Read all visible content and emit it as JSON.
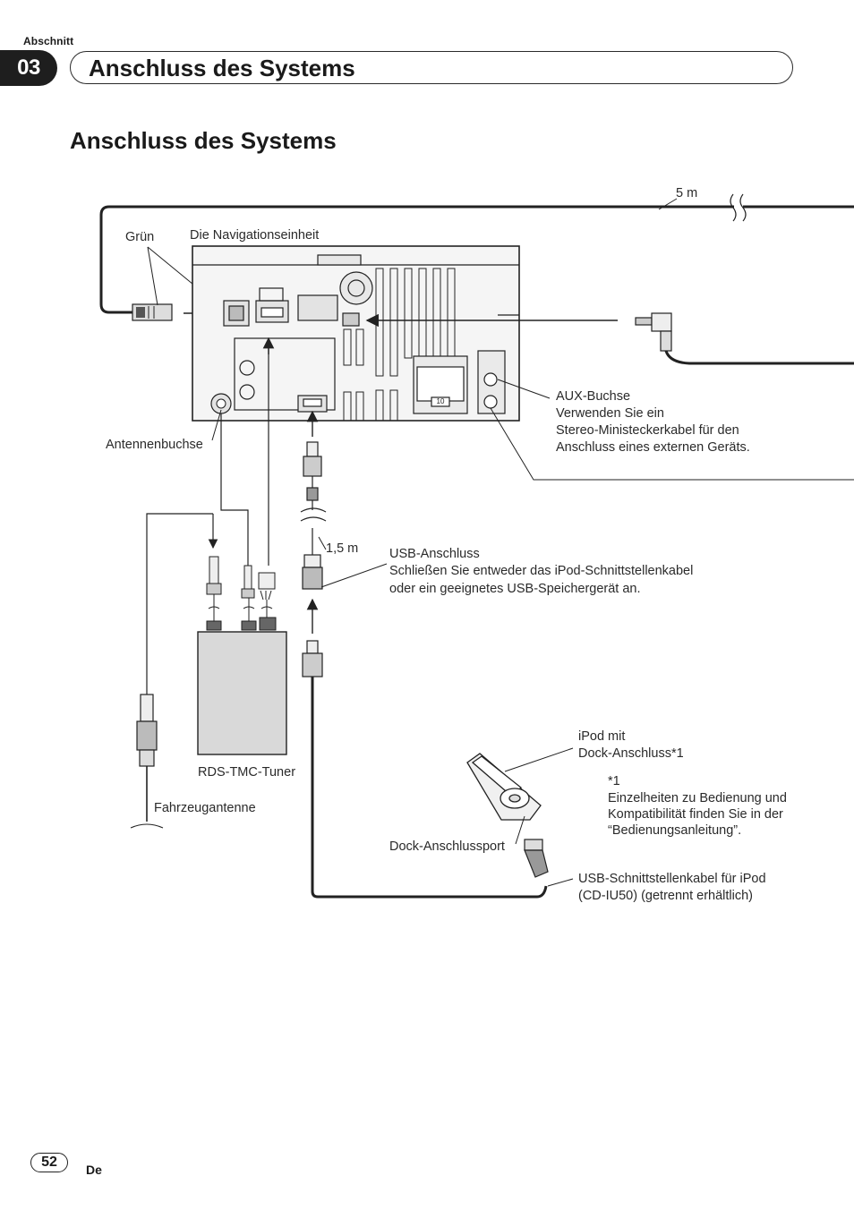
{
  "header": {
    "section_label": "Abschnitt",
    "chapter_number": "03",
    "chapter_title": "Anschluss des Systems"
  },
  "main": {
    "heading": "Anschluss des Systems"
  },
  "diagram": {
    "labels": {
      "cable_length_5m": "5 m",
      "gruen": "Grün",
      "navigation_unit": "Die Navigationseinheit",
      "antenna_jack": "Antennenbuchse",
      "aux_title": "AUX-Buchse",
      "aux_line1": "Verwenden Sie ein",
      "aux_line2": "Stereo-Ministeckerkabel für den",
      "aux_line3": "Anschluss eines externen Geräts.",
      "cable_length_1_5m": "1,5 m",
      "usb_title": "USB-Anschluss",
      "usb_line1": "Schließen Sie entweder das iPod-Schnittstellenkabel",
      "usb_line2": "oder ein geeignetes USB-Speichergerät an.",
      "rds_tmc_tuner": "RDS-TMC-Tuner",
      "vehicle_antenna": "Fahrzeugantenne",
      "ipod_line1": "iPod mit",
      "ipod_line2": "Dock-Anschluss*1",
      "footnote_mark": "*1",
      "footnote_line1": "Einzelheiten zu Bedienung und",
      "footnote_line2": "Kompatibilität finden Sie in der",
      "footnote_line3": "“Bedienungsanleitung”.",
      "dock_port": "Dock-Anschlussport",
      "usb_cable_line1": "USB-Schnittstellenkabel für iPod",
      "usb_cable_line2": "(CD-IU50) (getrennt erhältlich)",
      "connector_pin_number": "10"
    },
    "icons": [
      "navigation-unit-rear",
      "mini-plug-icon",
      "usb-plug-icon",
      "ipod-icon",
      "antenna-plug-icon",
      "rds-tmc-tuner-box"
    ]
  },
  "footer": {
    "page_number": "52",
    "language": "De"
  }
}
